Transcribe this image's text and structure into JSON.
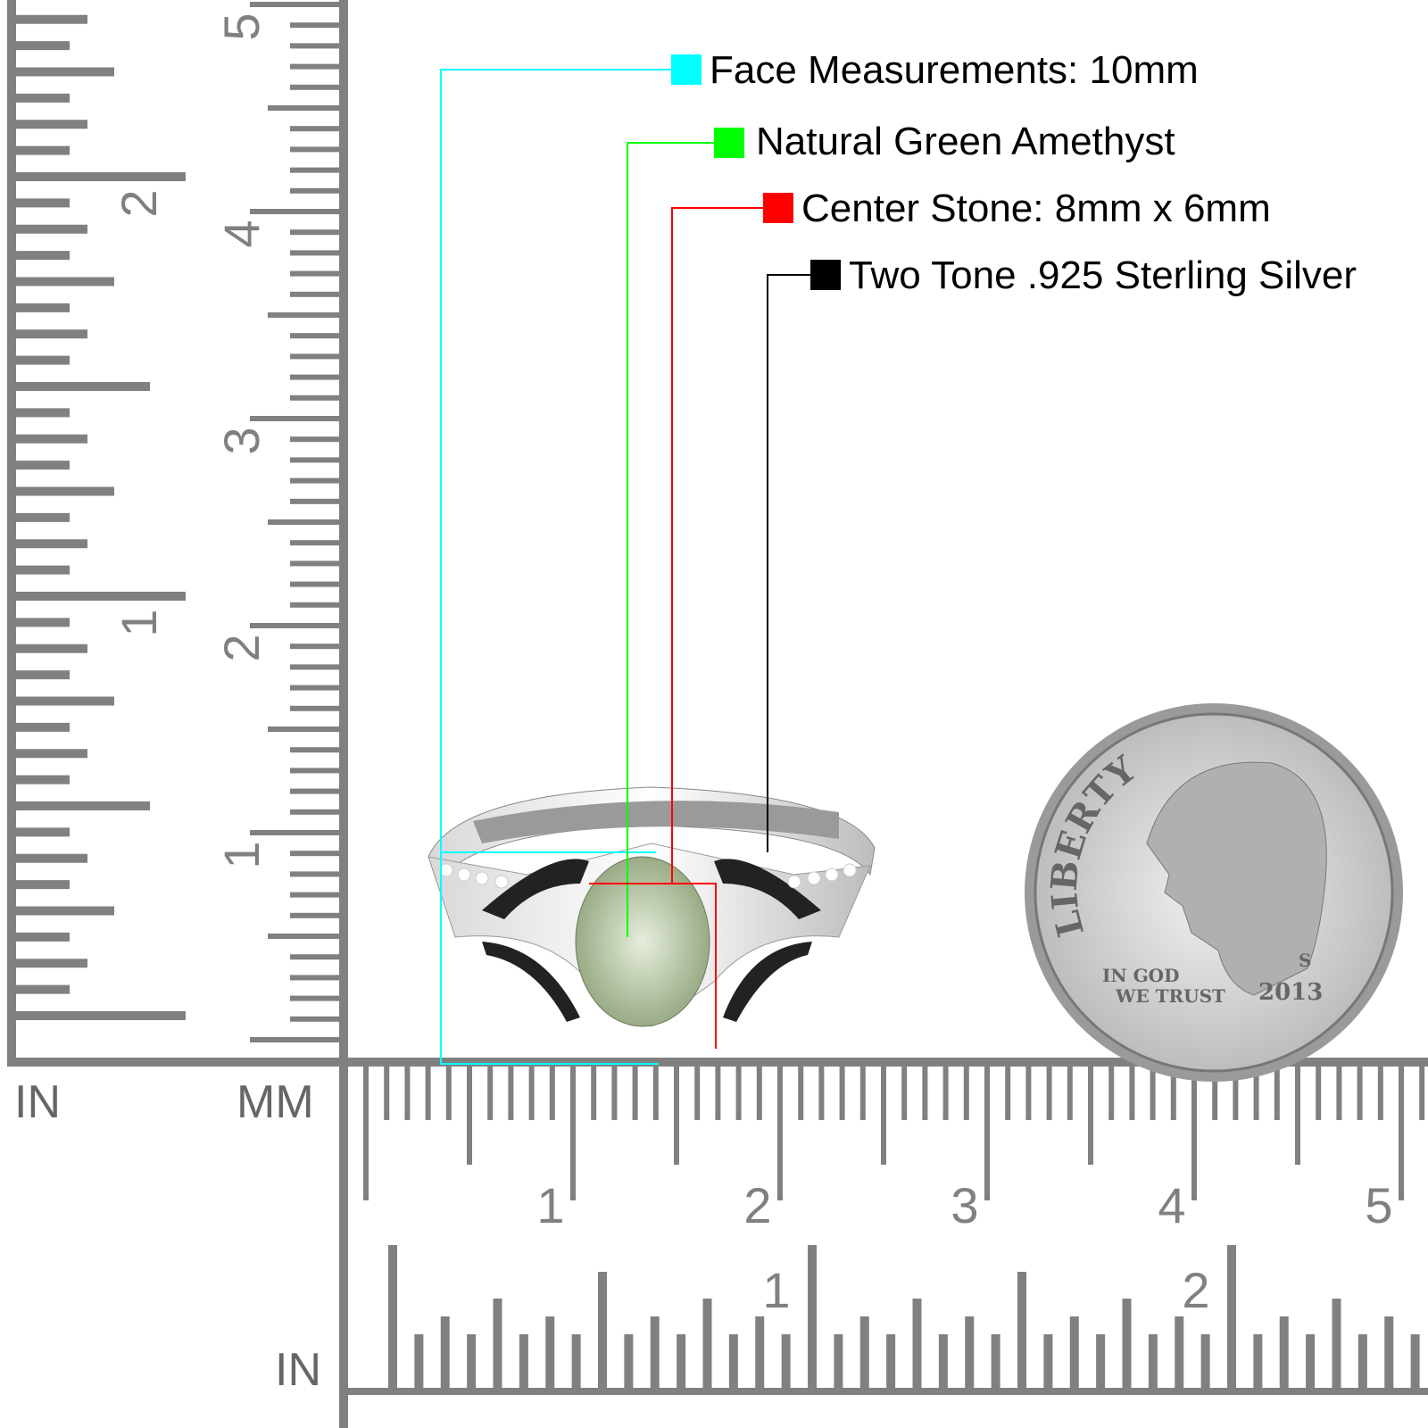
{
  "legend": [
    {
      "text": "Face Measurements: 10mm",
      "color": "#00ffff"
    },
    {
      "text": "Natural Green Amethyst",
      "color": "#00ff00"
    },
    {
      "text": "Center Stone: 8mm x 6mm",
      "color": "#ff0000"
    },
    {
      "text": "Two Tone .925 Sterling Silver",
      "color": "#000000"
    }
  ],
  "ruler": {
    "unit_in_left": "IN",
    "unit_mm": "MM",
    "unit_in_bottom": "IN",
    "vertical_in_labels": [
      "1",
      "2"
    ],
    "vertical_cm_labels": [
      "1",
      "2",
      "3",
      "4",
      "5"
    ],
    "horizontal_cm_labels": [
      "1",
      "2",
      "3",
      "4",
      "5"
    ],
    "horizontal_in_labels": [
      "1",
      "2"
    ],
    "color": "#808080"
  },
  "coin": {
    "legend_top": "LIBERTY",
    "motto_1": "IN GOD",
    "motto_2": "WE TRUST",
    "year": "2013",
    "mint": "S"
  }
}
